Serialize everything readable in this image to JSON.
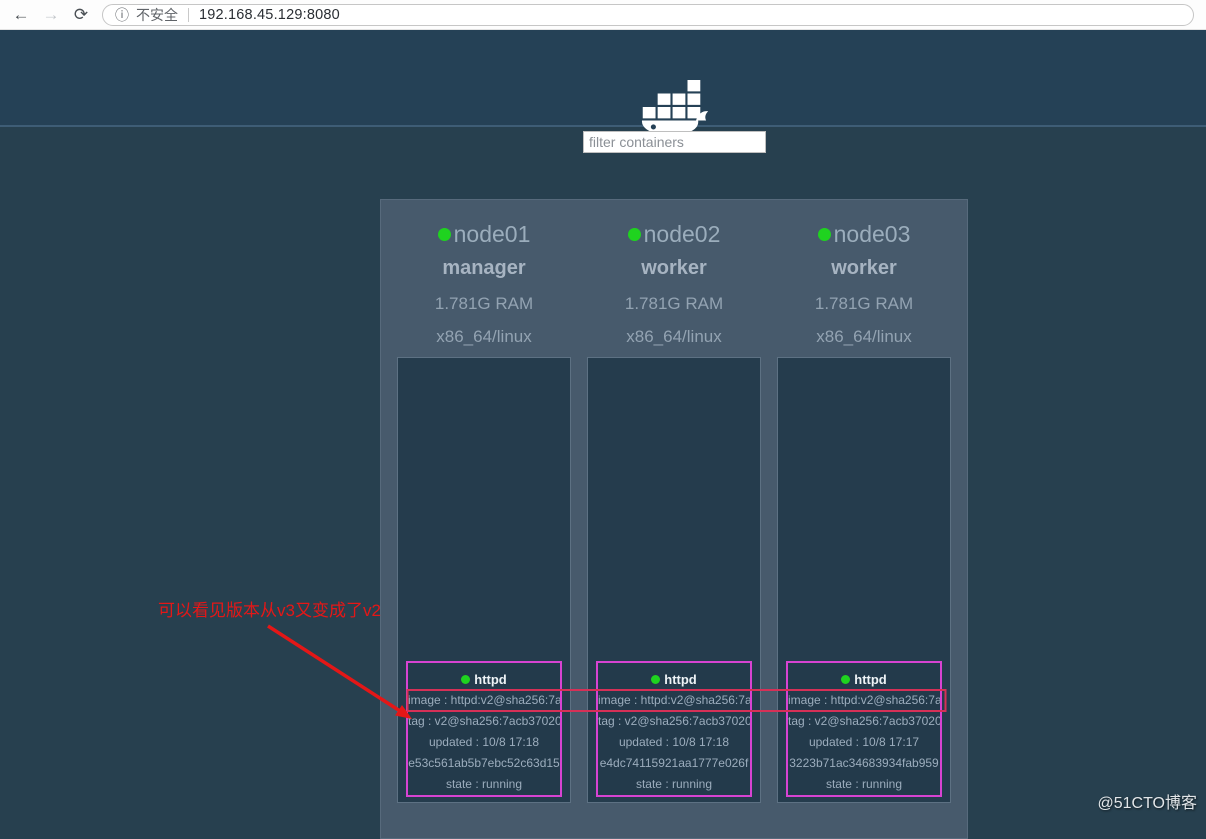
{
  "browser": {
    "back_icon": "←",
    "forward_icon": "→",
    "reload_icon": "⟳",
    "info_icon": "ⓘ",
    "security_label": "不安全",
    "url": "192.168.45.129:8080"
  },
  "filter": {
    "placeholder": "filter containers"
  },
  "nodes": [
    {
      "name": "node01",
      "role": "manager",
      "ram": "1.781G RAM",
      "arch": "x86_64/linux",
      "container": {
        "name": "httpd",
        "image_line": "image : httpd:v2@sha256:7a",
        "tag_line": "tag : v2@sha256:7acb37020",
        "updated_line": "updated : 10/8 17:18",
        "id_line": "e53c561ab5b7ebc52c63d15",
        "state_line": "state : running"
      }
    },
    {
      "name": "node02",
      "role": "worker",
      "ram": "1.781G RAM",
      "arch": "x86_64/linux",
      "container": {
        "name": "httpd",
        "image_line": "image : httpd:v2@sha256:7a",
        "tag_line": "tag : v2@sha256:7acb37020",
        "updated_line": "updated : 10/8 17:18",
        "id_line": "e4dc74115921aa1777e026f",
        "state_line": "state : running"
      }
    },
    {
      "name": "node03",
      "role": "worker",
      "ram": "1.781G RAM",
      "arch": "x86_64/linux",
      "container": {
        "name": "httpd",
        "image_line": "image : httpd:v2@sha256:7a",
        "tag_line": "tag : v2@sha256:7acb37020",
        "updated_line": "updated : 10/8 17:17",
        "id_line": "3223b71ac34683934fab959",
        "state_line": "state : running"
      }
    }
  ],
  "annotation": {
    "text": "可以看见版本从v3又变成了v2"
  },
  "watermark": "@51CTO博客",
  "colors": {
    "page_bg": "#27404f",
    "header_bg": "#254156",
    "panel_bg": "#475a6c",
    "node_box_bg": "#253c4d",
    "card_border_magenta": "#d743d2",
    "status_green": "#1fd31f",
    "annotation_red": "#e41717",
    "annotation_box_red": "#d63057"
  }
}
